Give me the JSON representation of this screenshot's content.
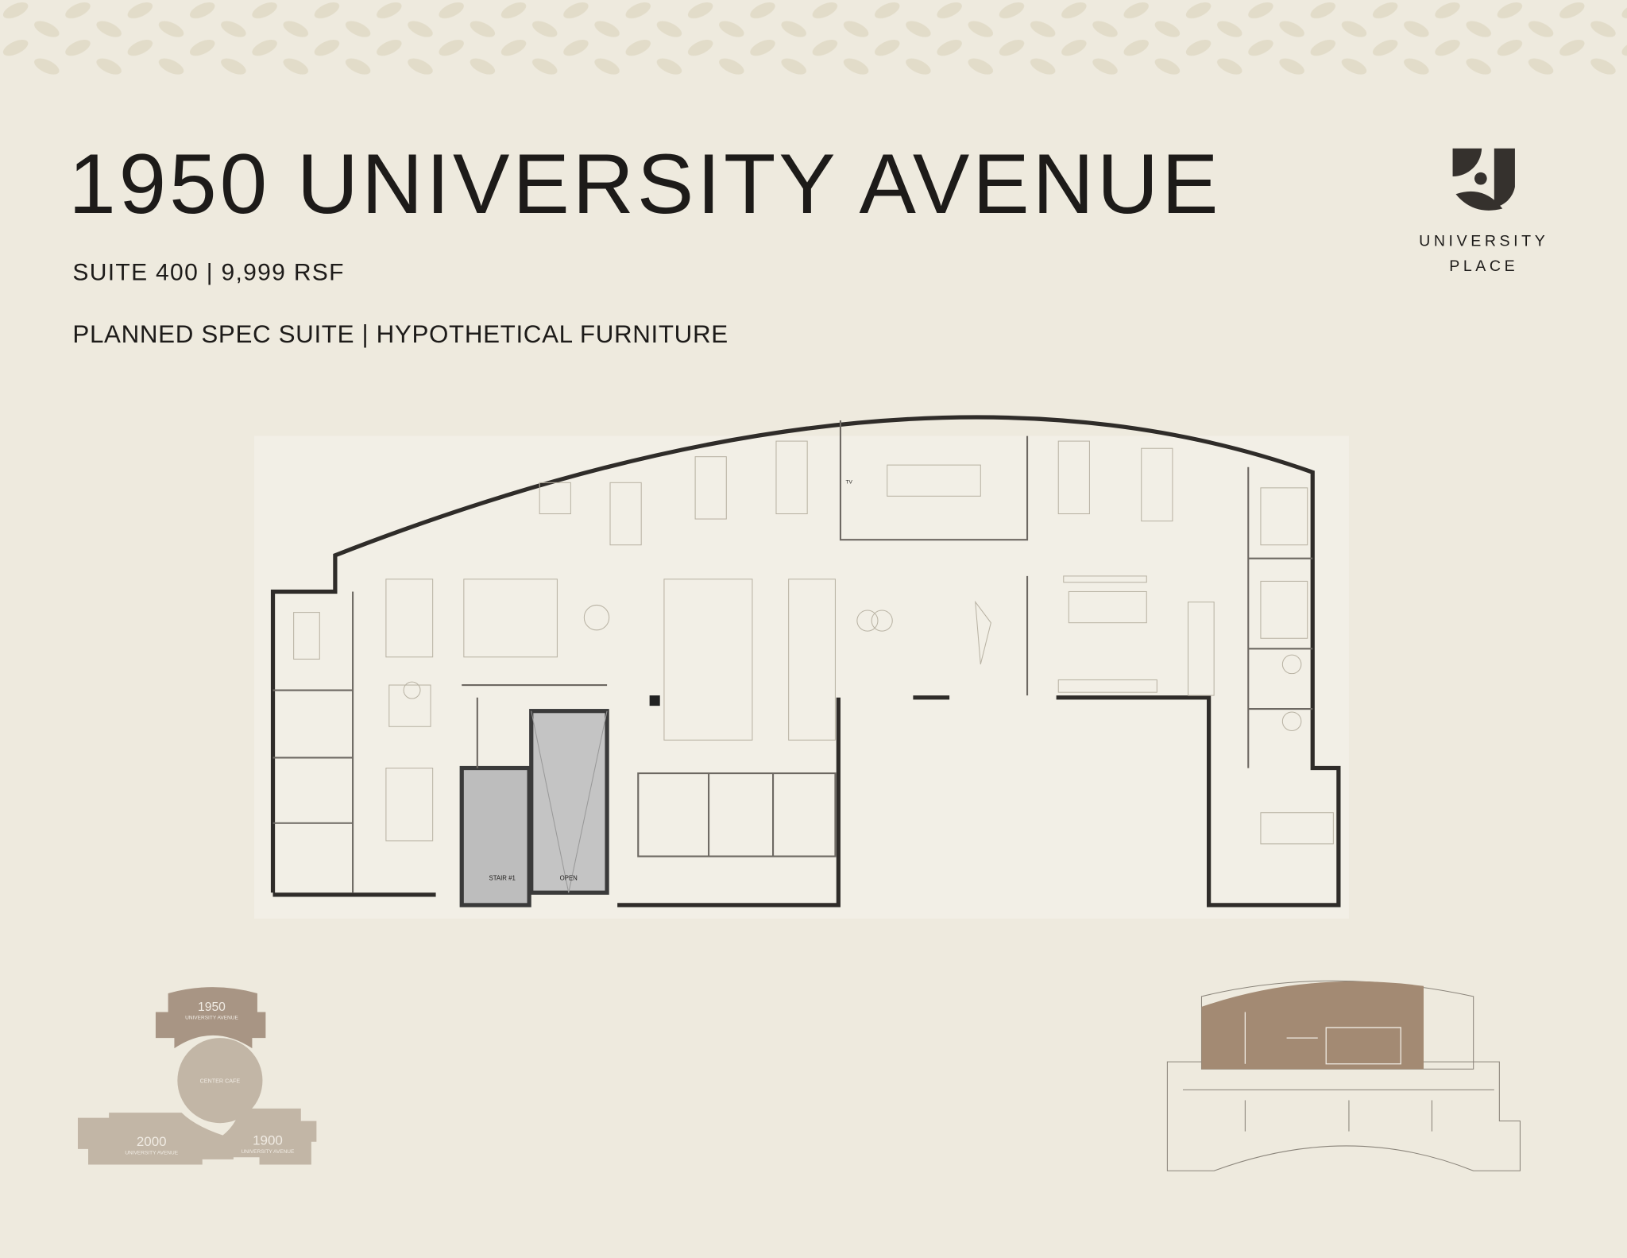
{
  "header": {
    "title": "1950 UNIVERSITY AVENUE",
    "subtitle": "SUITE 400 | 9,999 RSF",
    "note": "PLANNED SPEC SUITE | HYPOTHETICAL FURNITURE"
  },
  "logo": {
    "line1": "UNIVERSITY",
    "line2": "PLACE",
    "icon": "university-place-logo-mark"
  },
  "floor_plan": {
    "stair_label": "STAIR #1",
    "open_label": "OPEN",
    "tv_label": "TV"
  },
  "site_map": {
    "buildings": [
      {
        "number": "1950",
        "street": "UNIVERSITY AVENUE"
      },
      {
        "number": "2000",
        "street": "UNIVERSITY AVENUE"
      },
      {
        "number": "1900",
        "street": "UNIVERSITY AVENUE"
      }
    ],
    "cafe": "CENTER CAFE"
  },
  "colors": {
    "background": "#eeeade",
    "text": "#1d1b19",
    "site_primary": "#a89584",
    "site_secondary": "#c2b6a6",
    "suite_highlight": "#a38a73"
  }
}
